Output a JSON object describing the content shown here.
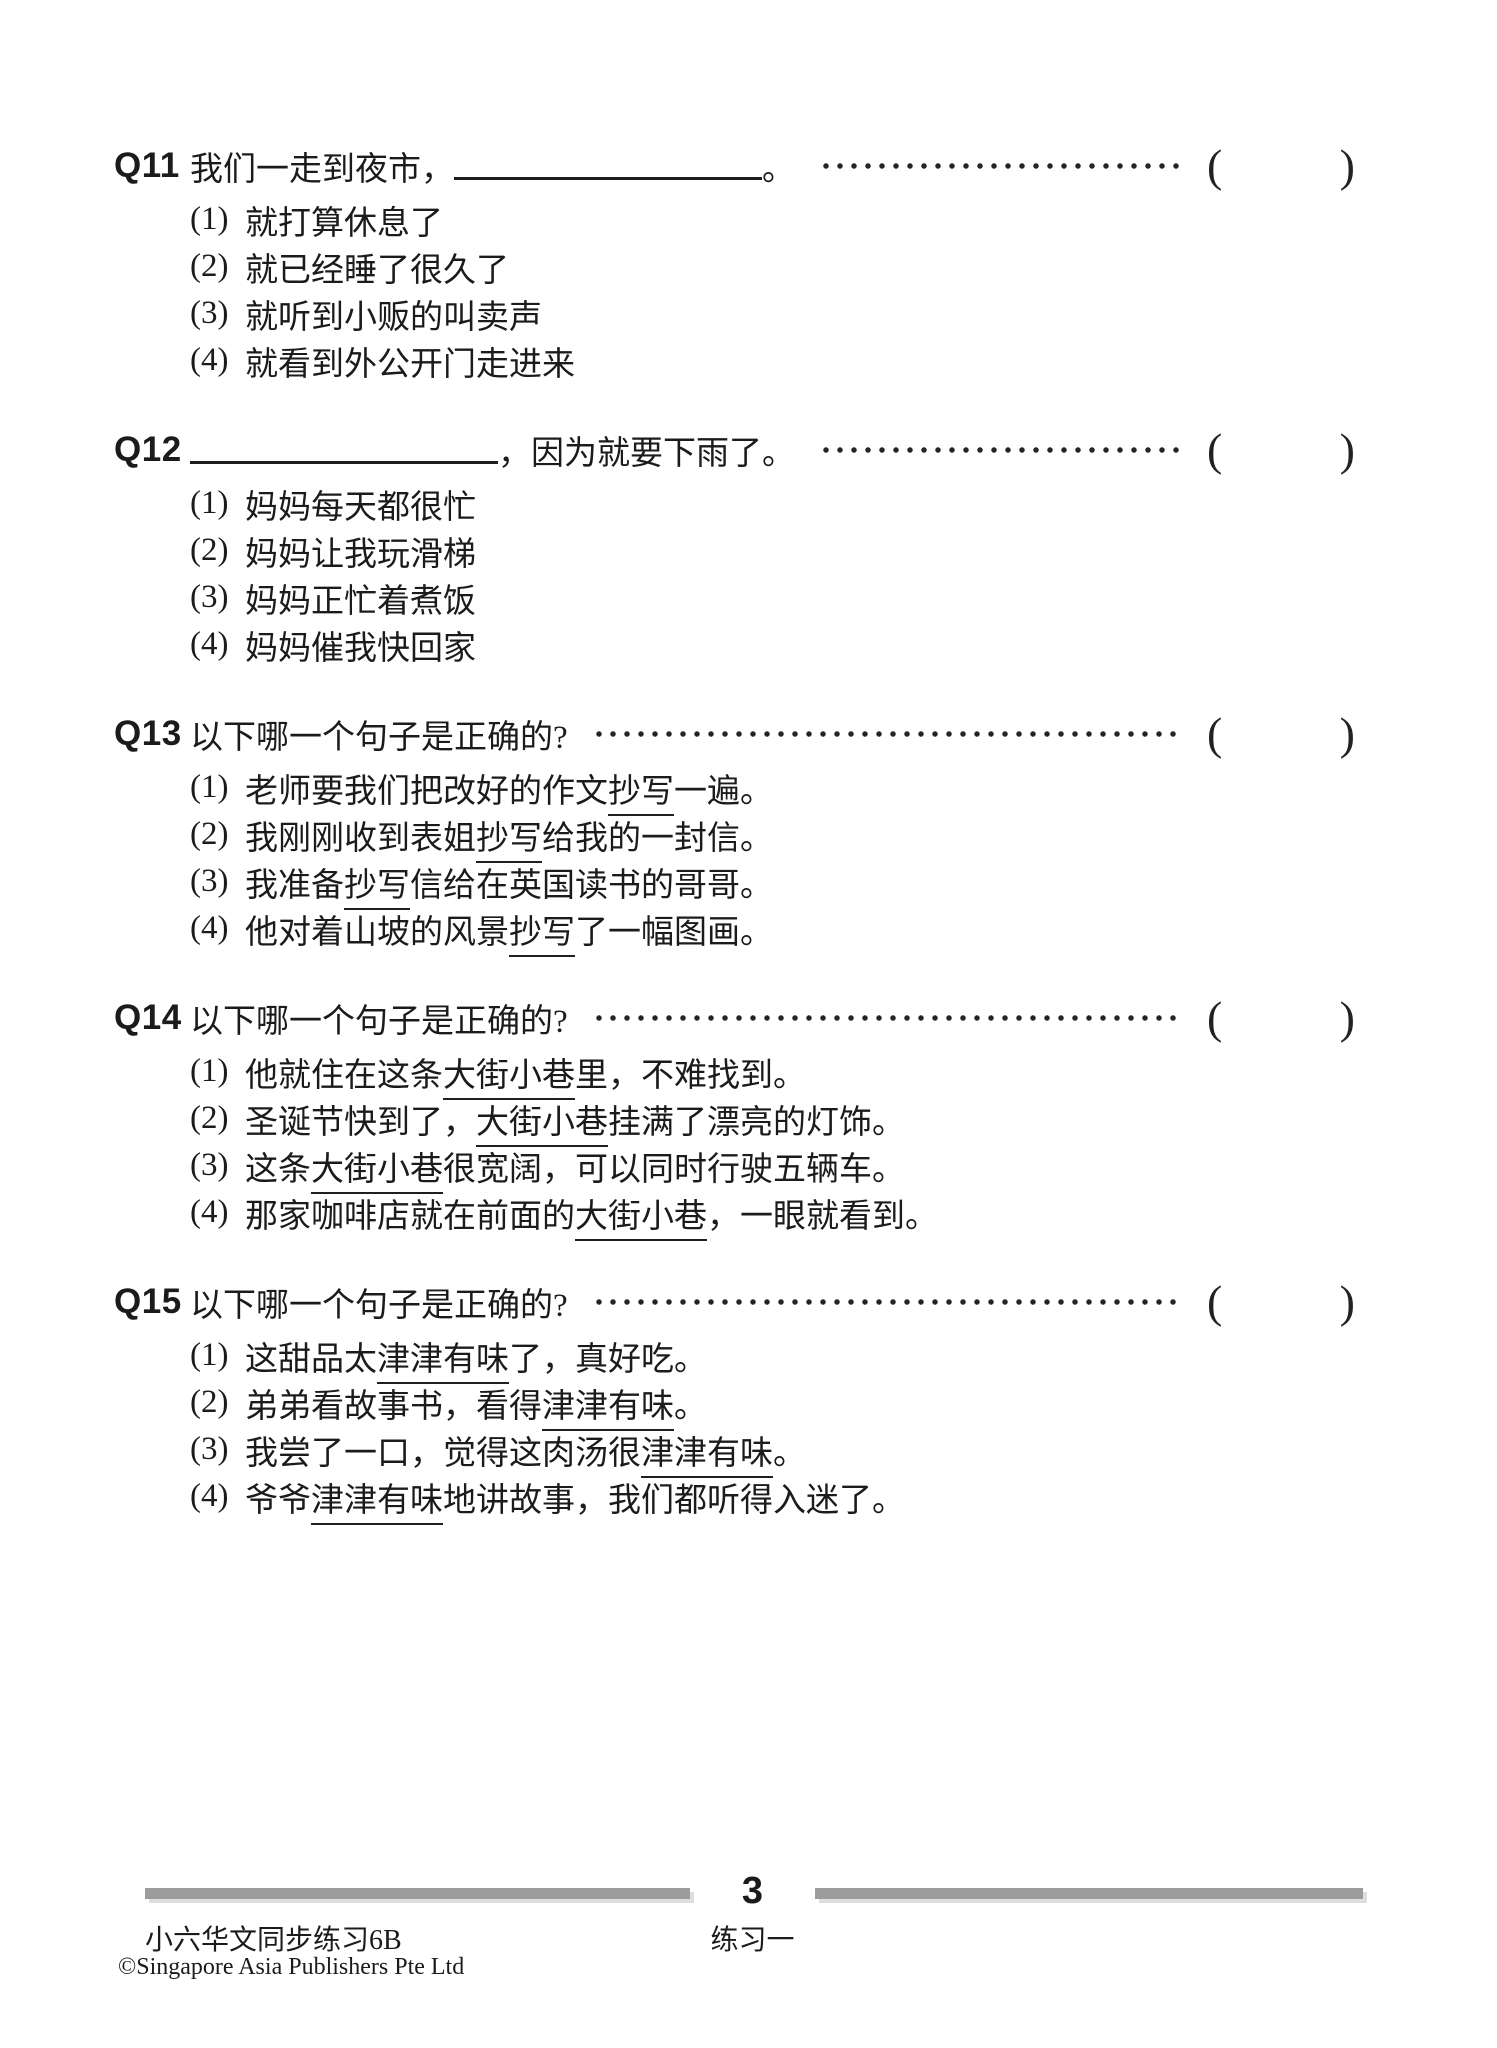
{
  "option_numbers": [
    "(1)",
    "(2)",
    "(3)",
    "(4)"
  ],
  "answer_brackets": {
    "open": "(",
    "close": ")"
  },
  "questions": [
    {
      "label": "Q11",
      "stem": "我们一走到夜市，____。",
      "options": [
        "就打算休息了",
        "就已经睡了很久了",
        "就听到小贩的叫卖声",
        "就看到外公开门走进来"
      ]
    },
    {
      "label": "Q12",
      "stem": "____，因为就要下雨了。",
      "options": [
        "妈妈每天都很忙",
        "妈妈让我玩滑梯",
        "妈妈正忙着煮饭",
        "妈妈催我快回家"
      ]
    },
    {
      "label": "Q13",
      "stem": "以下哪一个句子是正确的?",
      "options": [
        "老师要我们把改好的作文[[抄写]]一遍。",
        "我刚刚收到表姐[[抄写]]给我的一封信。",
        "我准备[[抄写]]信给在英国读书的哥哥。",
        "他对着山坡的风景[[抄写]]了一幅图画。"
      ]
    },
    {
      "label": "Q14",
      "stem": "以下哪一个句子是正确的?",
      "options": [
        "他就住在这条[[大街小巷]]里，不难找到。",
        "圣诞节快到了，[[大街小巷]]挂满了漂亮的灯饰。",
        "这条[[大街小巷]]很宽阔，可以同时行驶五辆车。",
        "那家咖啡店就在前面的[[大街小巷]]，一眼就看到。"
      ]
    },
    {
      "label": "Q15",
      "stem": "以下哪一个句子是正确的?",
      "options": [
        "这甜品太[[津津有味]]了，真好吃。",
        "弟弟看故事书，看得[[津津有味]]。",
        "我尝了一口，觉得这肉汤很[[津津有味]]。",
        "爷爷[[津津有味]]地讲故事，我们都听得入迷了。"
      ]
    }
  ],
  "footer": {
    "page_number": "3",
    "book_title": "小六华文同步练习6B",
    "exercise_title": "练习一",
    "copyright": "©Singapore Asia Publishers Pte Ltd"
  },
  "colors": {
    "text": "#1b1b1b",
    "bar": "#9c9c9c",
    "bar_shadow": "#dedede"
  }
}
